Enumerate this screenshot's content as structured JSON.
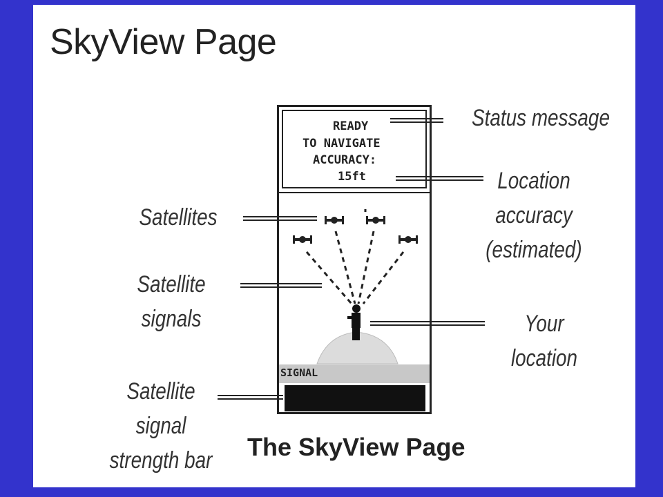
{
  "title": "SkyView Page",
  "caption": "The SkyView Page",
  "device": {
    "status_line1": "READY",
    "status_line2": "TO NAVIGATE",
    "status_line3": "ACCURACY:",
    "status_line4": "15ft",
    "signal_label": "SIGNAL"
  },
  "callouts": {
    "status_message": "Status message",
    "location_accuracy": "Location\naccuracy\n(estimated)",
    "satellites": "Satellites",
    "satellite_signals": "Satellite\nsignals",
    "your_location": "Your\nlocation",
    "signal_strength_bar": "Satellite\nsignal\nstrength bar"
  },
  "icons": {
    "satellite": "satellite-icon",
    "person": "person-icon",
    "hill": "hill-icon"
  }
}
